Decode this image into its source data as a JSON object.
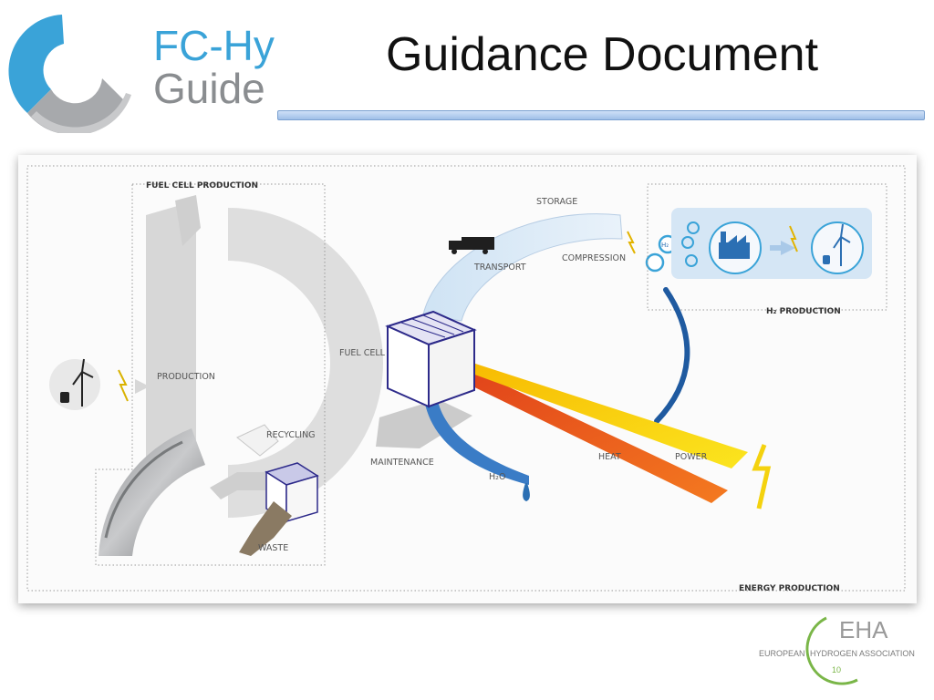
{
  "slide": {
    "title": "Guidance Document"
  },
  "logo_fchy": {
    "line1": "FC-Hy",
    "line2": "Guide",
    "colors": {
      "blue": "#3aa3d8",
      "gray": "#8a8d90"
    }
  },
  "diagram": {
    "labels": {
      "fuel_cell_production": "FUEL CELL PRODUCTION",
      "production": "PRODUCTION",
      "recycling": "RECYCLING",
      "waste": "WASTE",
      "maintenance": "MAINTENANCE",
      "fuel_cell": "FUEL CELL",
      "h2o": "H₂O",
      "storage": "STORAGE",
      "transport": "TRANSPORT",
      "compression": "COMPRESSION",
      "h2_production": "H₂ PRODUCTION",
      "heat": "HEAT",
      "power": "POWER",
      "energy_production": "ENERGY PRODUCTION",
      "h2_badge": "H₂"
    },
    "colors": {
      "heat": "#f26a1b",
      "power": "#f4d20e",
      "water": "#2b6fb3",
      "cube": "#2d2a8a",
      "circle_gray": "#d9d9d9"
    }
  },
  "eha_logo": {
    "abbr": "EHA",
    "left": "EUROPEAN",
    "right": "HYDROGEN ASSOCIATION",
    "number": "10"
  }
}
